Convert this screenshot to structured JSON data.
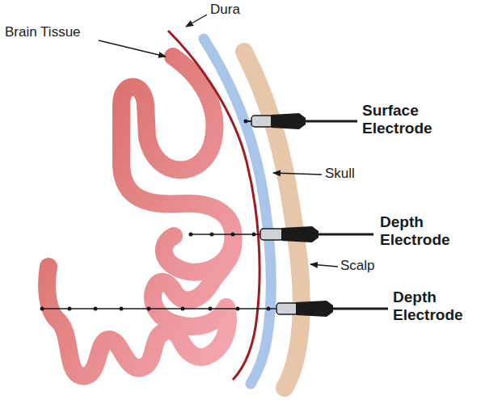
{
  "diagram": {
    "labels": [
      "Dura",
      "Brain Tissue",
      "Surface Electrode",
      "Skull",
      "Depth Electrode",
      "Scalp",
      "Depth Electrode"
    ]
  }
}
